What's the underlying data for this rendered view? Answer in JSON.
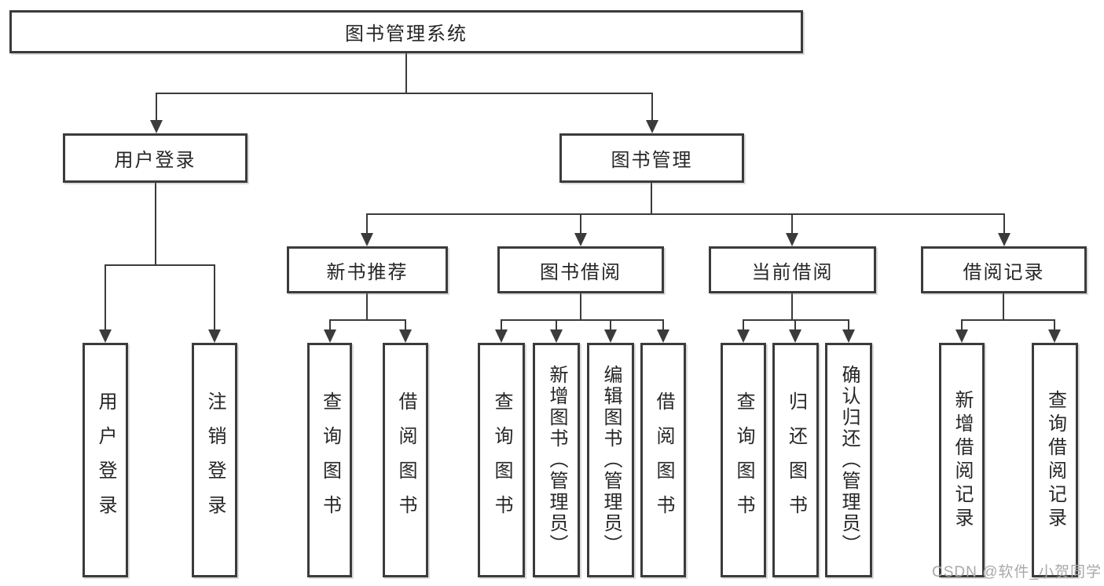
{
  "colors": {
    "line": "#3b3b3b",
    "border": "#3b3b3b",
    "text": "#262626",
    "watermark": "#a9a9a9",
    "bg": "#ffffff"
  },
  "diagram": {
    "root": {
      "label": "图书管理系统"
    },
    "login": {
      "label": "用户登录",
      "children": [
        "用户登录",
        "注销登录"
      ]
    },
    "mgmt": {
      "label": "图书管理"
    },
    "rec": {
      "label": "新书推荐",
      "children": [
        "查询图书",
        "借阅图书"
      ]
    },
    "borrow": {
      "label": "图书借阅",
      "children": [
        "查询图书",
        "新增图书（管理员）",
        "编辑图书（管理员）",
        "借阅图书"
      ]
    },
    "current": {
      "label": "当前借阅",
      "children": [
        "查询图书",
        "归还图书",
        "确认归还（管理员）"
      ]
    },
    "records": {
      "label": "借阅记录",
      "children": [
        "新增借阅记录",
        "查询借阅记录"
      ]
    }
  },
  "watermark": {
    "text": "CSDN @软件_小贺同学"
  }
}
